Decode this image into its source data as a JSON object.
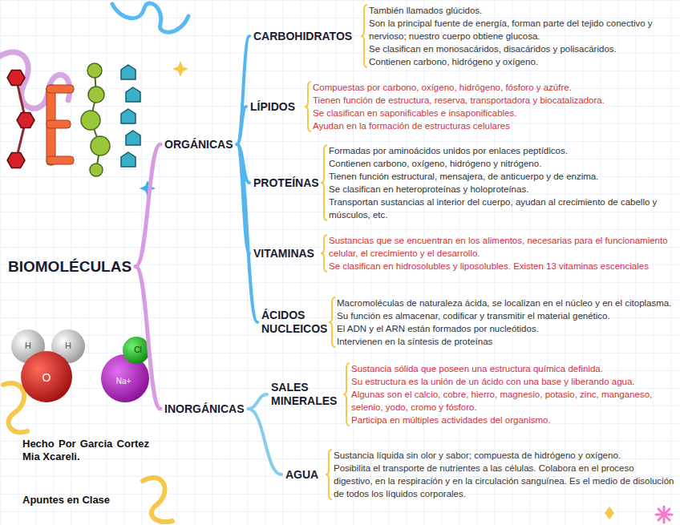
{
  "diagram": {
    "nodes": [
      {
        "text": [
          "BIOMOLÉCULAS"
        ]
      },
      {
        "text": [
          "ORGÁNICAS"
        ]
      },
      {
        "text": [
          "INORGÁNICAS"
        ]
      },
      {
        "text": [
          "CARBOHIDRATOS",
          "También llamados glúcidos.",
          "Son la principal fuente de energía, forman parte del tejido conectivo y nervioso; nuestro cuerpo obtiene glucosa.",
          "Se clasifican en monosacáridos, disacáridos y polisacáridos.",
          "Contienen carbono, hidrógeno y oxígeno."
        ]
      },
      {
        "text": [
          "LÍPIDOS",
          "Compuestas por carbono, oxígeno, hidrógeno, fósforo y azúfre.",
          "Tienen función de estructura, reserva, transportadora y biocatalizadora.",
          "Se clasifican en saponificables e insaponificables.",
          "Ayudan en la formación de estructuras celulares"
        ]
      },
      {
        "text": [
          "PROTEÍNAS",
          "Formadas por aminoácidos unidos por enlaces peptídicos.",
          "Contienen carbono, oxígeno, hidrógeno y nitrógeno.",
          "Tienen función estructural, mensajera, de anticuerpo y de enzima.",
          "Se clasifican en heteroproteínas y holoproteínas.",
          "Transportan sustancias al interior del cuerpo, ayudan al crecimiento de cabello y músculos, etc."
        ]
      },
      {
        "text": [
          "VITAMINAS",
          "Sustancias que se encuentran en los alimentos, necesarias para el funcionamiento celular, el crecimiento y el desarrollo.",
          "Se clasifican en hidrosolubles y liposolubles. Existen 13 vitaminas escenciales"
        ]
      },
      {
        "text": [
          "ÁCIDOS NUCLEICOS",
          "Macromoléculas de naturaleza ácida, se localizan en el núcleo y en el citoplasma.",
          "Su función es almacenar, codificar y transmitir el material genético.",
          "El ADN y el ARN están formados por nucleótidos.",
          "Intervienen en la síntesis de proteínas"
        ]
      },
      {
        "text": [
          "SALES MINERALES",
          "Sustancia sólida que poseen una estructura química definida.",
          "Su estructura es la unión de un ácido con una base y liberando agua.",
          "Algunas son el calcio, cobre, hierro, magnesio, potasio, zinc, manganeso, selenio, yodo, cromo y fósforo.",
          "Participa en múltiples actividades del organismo."
        ]
      },
      {
        "text": [
          "AGUA",
          "Sustancia líquida sin olor y sabor; compuesta de hidrógeno y oxígeno.",
          "Posibilita el transporte de nutrientes a las células. Colabora en el proceso digestivo, en la respiración y en la circulación sanguínea. Es el medio de disolución de todos los líquidos corporales."
        ]
      }
    ],
    "edges": [
      {
        "from": 0,
        "to": 1,
        "arrow": "none"
      },
      {
        "from": 0,
        "to": 2,
        "arrow": "none"
      },
      {
        "from": 1,
        "to": 3,
        "arrow": "none"
      },
      {
        "from": 1,
        "to": 4,
        "arrow": "none"
      },
      {
        "from": 1,
        "to": 5,
        "arrow": "none"
      },
      {
        "from": 1,
        "to": 6,
        "arrow": "none"
      },
      {
        "from": 1,
        "to": 7,
        "arrow": "none"
      },
      {
        "from": 2,
        "to": 8,
        "arrow": "none"
      },
      {
        "from": 2,
        "to": 9,
        "arrow": "none"
      }
    ],
    "labels": [
      "Hecho Por Garcia Cortez Mia Xcareli.",
      "Apuntes en Clase",
      "H",
      "H",
      "O",
      "Cl",
      "Na+"
    ]
  }
}
